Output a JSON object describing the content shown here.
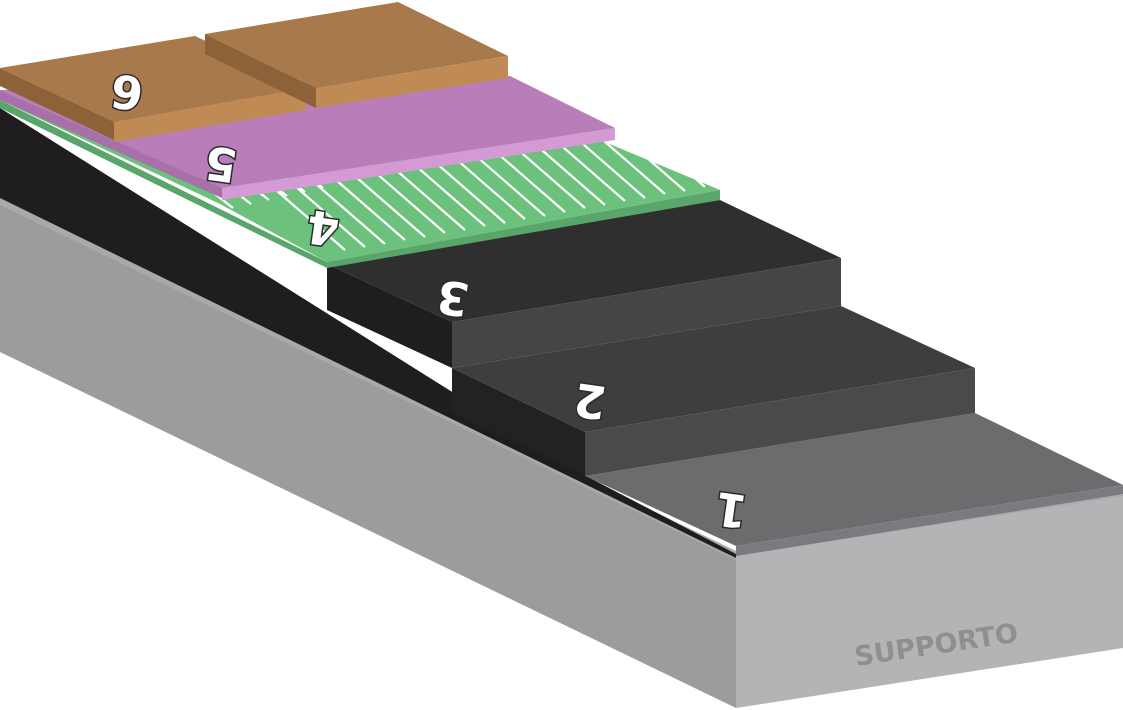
{
  "support": {
    "label": "SUPPORTO"
  },
  "layers": [
    {
      "number": "1"
    },
    {
      "number": "2"
    },
    {
      "number": "3"
    },
    {
      "number": "4"
    },
    {
      "number": "5"
    },
    {
      "number": "6"
    }
  ],
  "colors": {
    "support_top": "#a9a9ab",
    "support_left": "#9b9c9e",
    "support_front": "#b3b4b6",
    "support_label": "#8e8f91",
    "layer1_top": "#6b6c6e",
    "layer1_front": "#7a7b7e",
    "layer2_top": "#3e3e3f",
    "layer2_front": "#4a4a4c",
    "layer3_top": "#2f2f30",
    "layer3_front": "#454546",
    "layer_left_dark": "#1f1d1e",
    "layer4_green": "#6cc17d",
    "layer4_stripe": "#ffffff",
    "layer5_top": "#b97eba",
    "layer5_front": "#d49ad3",
    "layer6_top": "#a8794a",
    "layer6_front": "#c08a55",
    "layer6_left": "#8e6238"
  }
}
